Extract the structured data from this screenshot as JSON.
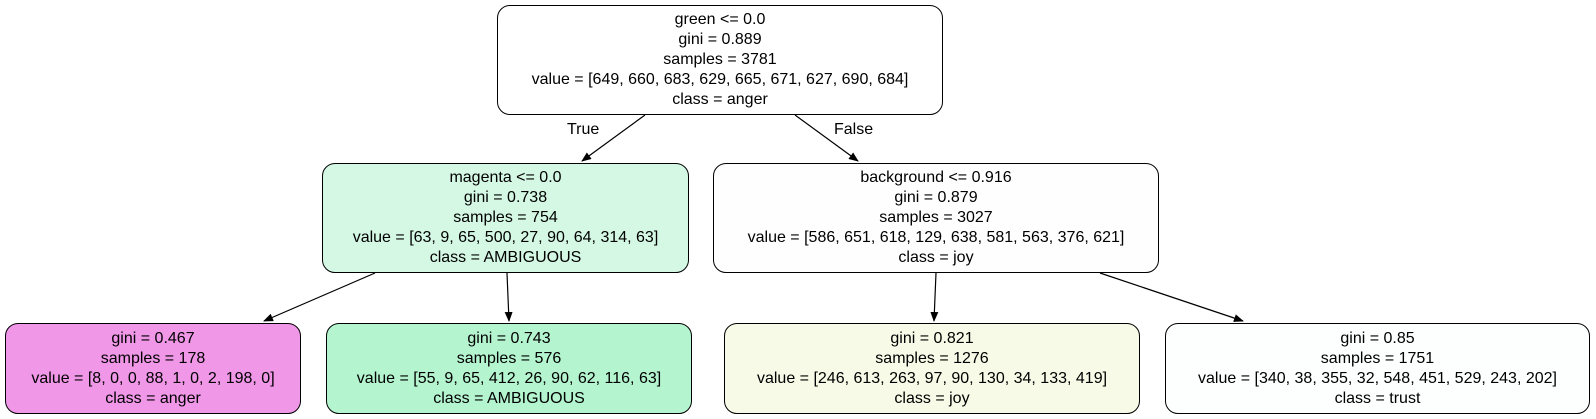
{
  "colors": {
    "root": "#ffffff",
    "left": "#d5f8e5",
    "right": "#fefefe",
    "left_left": "#f097e8",
    "left_right": "#b4f5d0",
    "right_left": "#f7fae6",
    "right_right": "#fdfffe",
    "border": "#000000",
    "edge": "#000000"
  },
  "edge_labels": {
    "true": "True",
    "false": "False"
  },
  "nodes": {
    "root": {
      "split": "green <= 0.0",
      "gini": "gini = 0.889",
      "samples": "samples = 3781",
      "value": "value = [649, 660, 683, 629, 665, 671, 627, 690, 684]",
      "class": "class = anger"
    },
    "left": {
      "split": "magenta <= 0.0",
      "gini": "gini = 0.738",
      "samples": "samples = 754",
      "value": "value = [63, 9, 65, 500, 27, 90, 64, 314, 63]",
      "class": "class = AMBIGUOUS"
    },
    "right": {
      "split": "background <= 0.916",
      "gini": "gini = 0.879",
      "samples": "samples = 3027",
      "value": "value = [586, 651, 618, 129, 638, 581, 563, 376, 621]",
      "class": "class = joy"
    },
    "left_left": {
      "gini": "gini = 0.467",
      "samples": "samples = 178",
      "value": "value = [8, 0, 0, 88, 1, 0, 2, 198, 0]",
      "class": "class = anger"
    },
    "left_right": {
      "gini": "gini = 0.743",
      "samples": "samples = 576",
      "value": "value = [55, 9, 65, 412, 26, 90, 62, 116, 63]",
      "class": "class = AMBIGUOUS"
    },
    "right_left": {
      "gini": "gini = 0.821",
      "samples": "samples = 1276",
      "value": "value = [246, 613, 263, 97, 90, 130, 34, 133, 419]",
      "class": "class = joy"
    },
    "right_right": {
      "gini": "gini = 0.85",
      "samples": "samples = 1751",
      "value": "value = [340, 38, 355, 32, 548, 451, 529, 243, 202]",
      "class": "class = trust"
    }
  }
}
